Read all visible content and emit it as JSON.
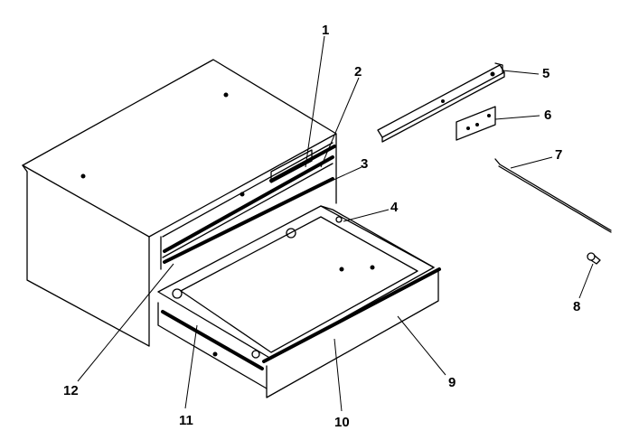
{
  "callouts": [
    "1",
    "2",
    "3",
    "4",
    "5",
    "6",
    "7",
    "8",
    "9",
    "10",
    "11",
    "12"
  ],
  "colors": {
    "line": "#000000",
    "background": "#ffffff"
  }
}
